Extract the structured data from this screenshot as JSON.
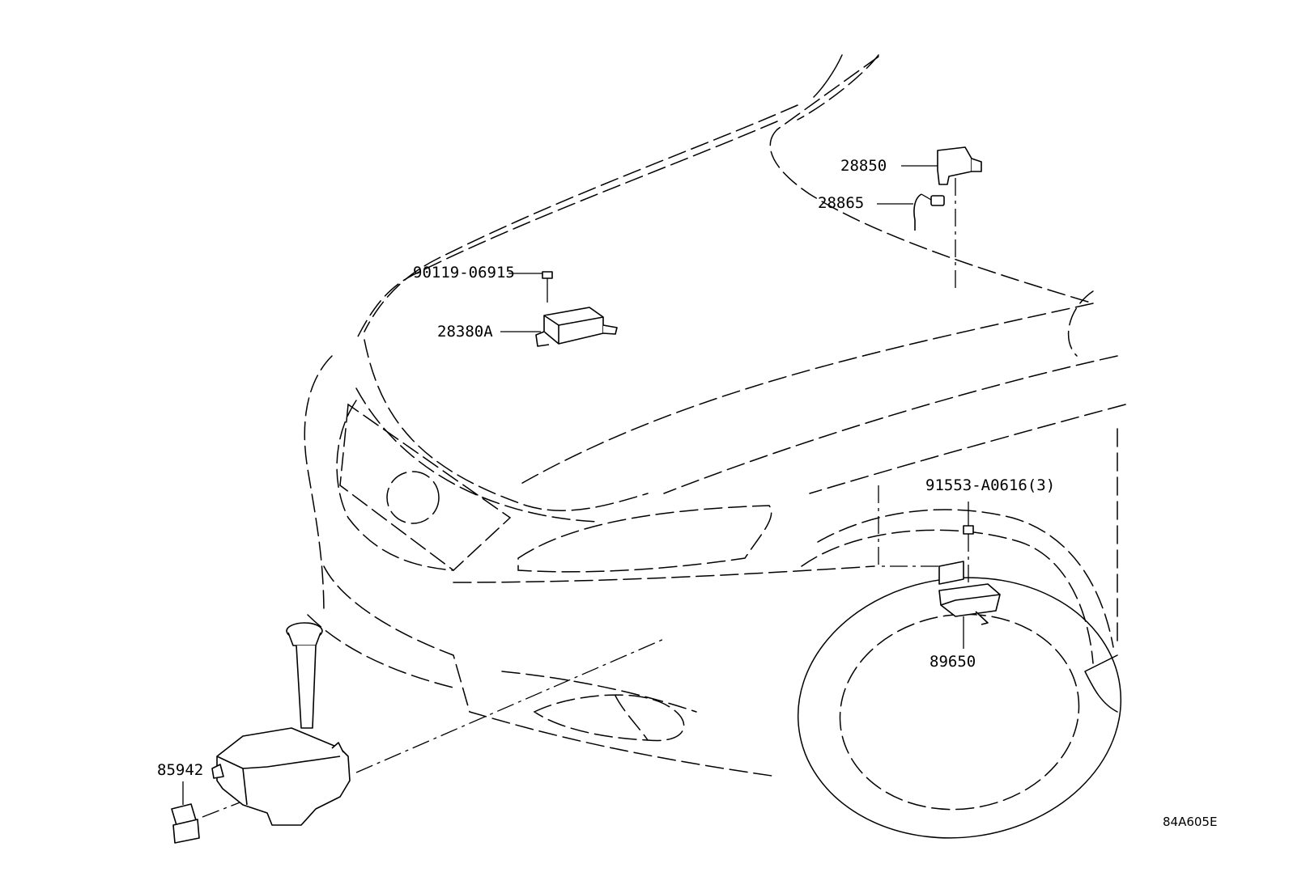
{
  "labels": {
    "p_28850": "28850",
    "p_28865": "28865",
    "p_90119": "90119-06915",
    "p_28380A": "28380A",
    "p_91553": "91553-A0616(3)",
    "p_89650": "89650",
    "p_85942": "85942"
  },
  "drawing_code": "84A605E"
}
